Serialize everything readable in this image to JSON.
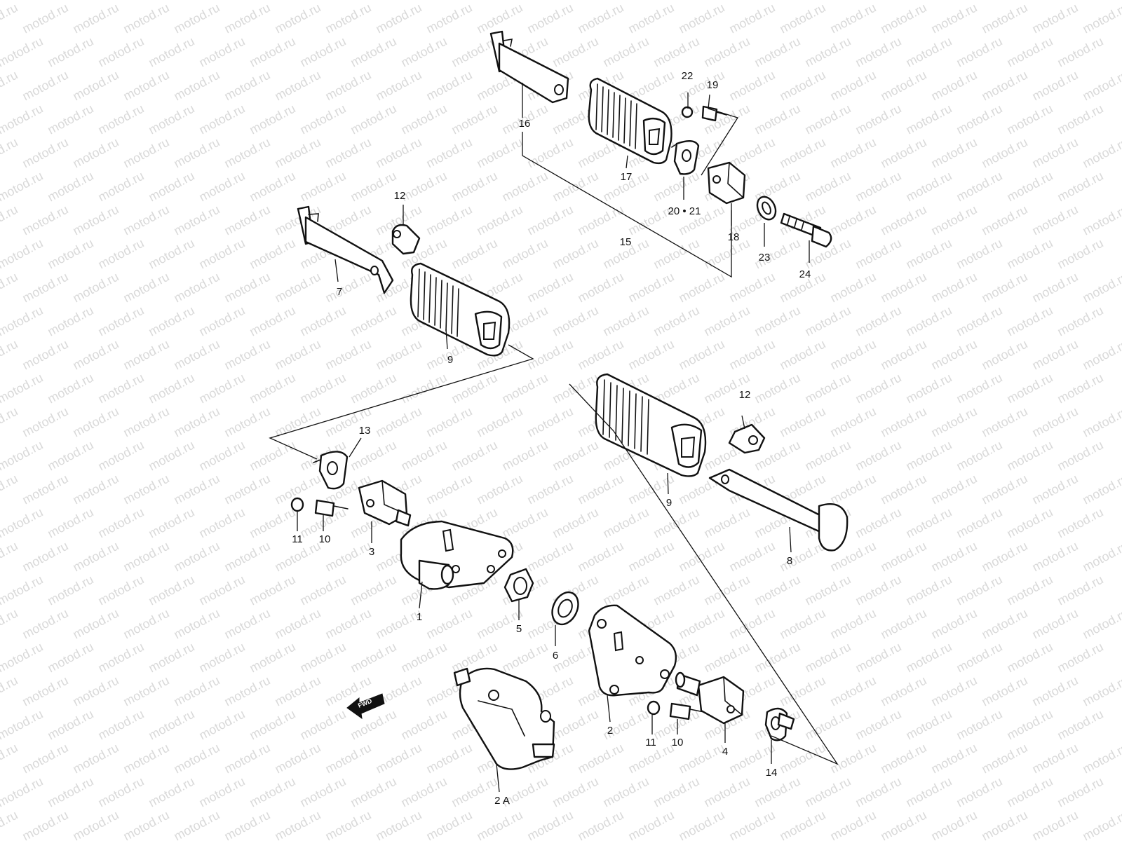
{
  "watermark": "motod.ru",
  "direction_label": "FWD",
  "callouts": [
    {
      "id": "1",
      "text": "1"
    },
    {
      "id": "2",
      "text": "2"
    },
    {
      "id": "2a",
      "text": "2 A"
    },
    {
      "id": "3",
      "text": "3"
    },
    {
      "id": "4",
      "text": "4"
    },
    {
      "id": "5",
      "text": "5"
    },
    {
      "id": "6",
      "text": "6"
    },
    {
      "id": "7",
      "text": "7"
    },
    {
      "id": "8",
      "text": "8"
    },
    {
      "id": "9a",
      "text": "9"
    },
    {
      "id": "9b",
      "text": "9"
    },
    {
      "id": "10a",
      "text": "10"
    },
    {
      "id": "10b",
      "text": "10"
    },
    {
      "id": "11a",
      "text": "11"
    },
    {
      "id": "11b",
      "text": "11"
    },
    {
      "id": "12a",
      "text": "12"
    },
    {
      "id": "12b",
      "text": "12"
    },
    {
      "id": "13",
      "text": "13"
    },
    {
      "id": "14",
      "text": "14"
    },
    {
      "id": "15",
      "text": "15"
    },
    {
      "id": "16",
      "text": "16"
    },
    {
      "id": "17",
      "text": "17"
    },
    {
      "id": "18",
      "text": "18"
    },
    {
      "id": "19",
      "text": "19"
    },
    {
      "id": "20-21",
      "text": "20 • 21"
    },
    {
      "id": "22",
      "text": "22"
    },
    {
      "id": "23",
      "text": "23"
    },
    {
      "id": "24",
      "text": "24"
    }
  ]
}
